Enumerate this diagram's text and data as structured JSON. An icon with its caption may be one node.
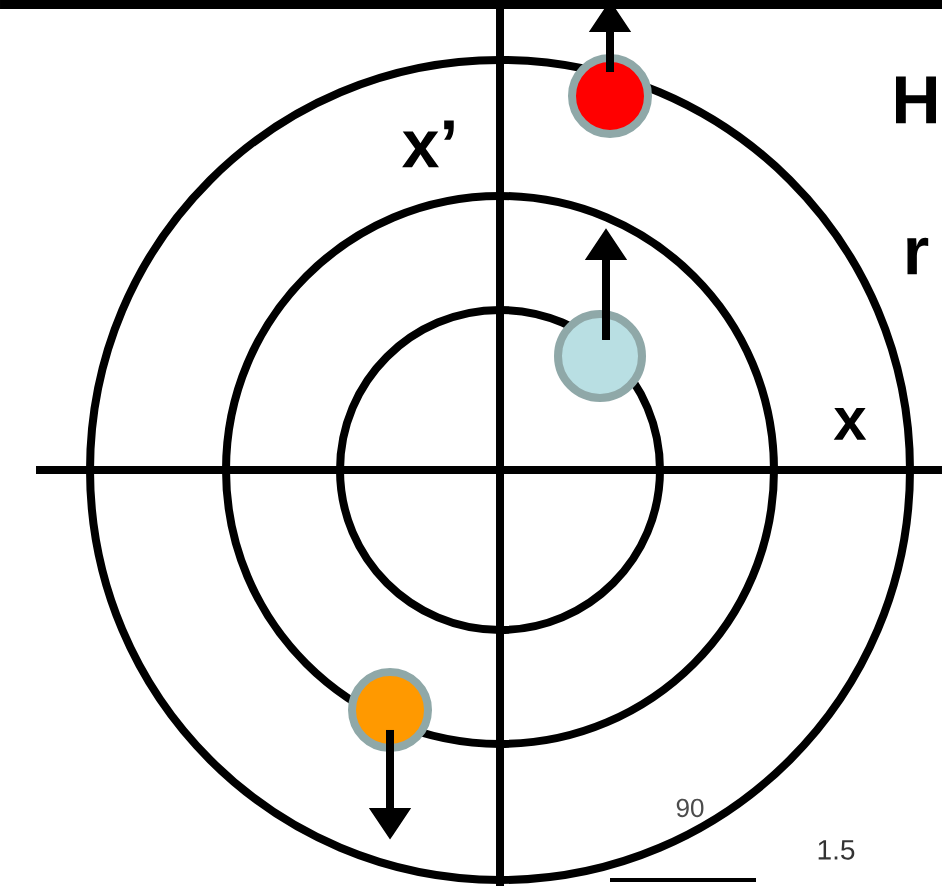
{
  "diagram": {
    "labels": [
      "x’",
      "H",
      "r",
      "x",
      "90",
      "1.5"
    ]
  }
}
